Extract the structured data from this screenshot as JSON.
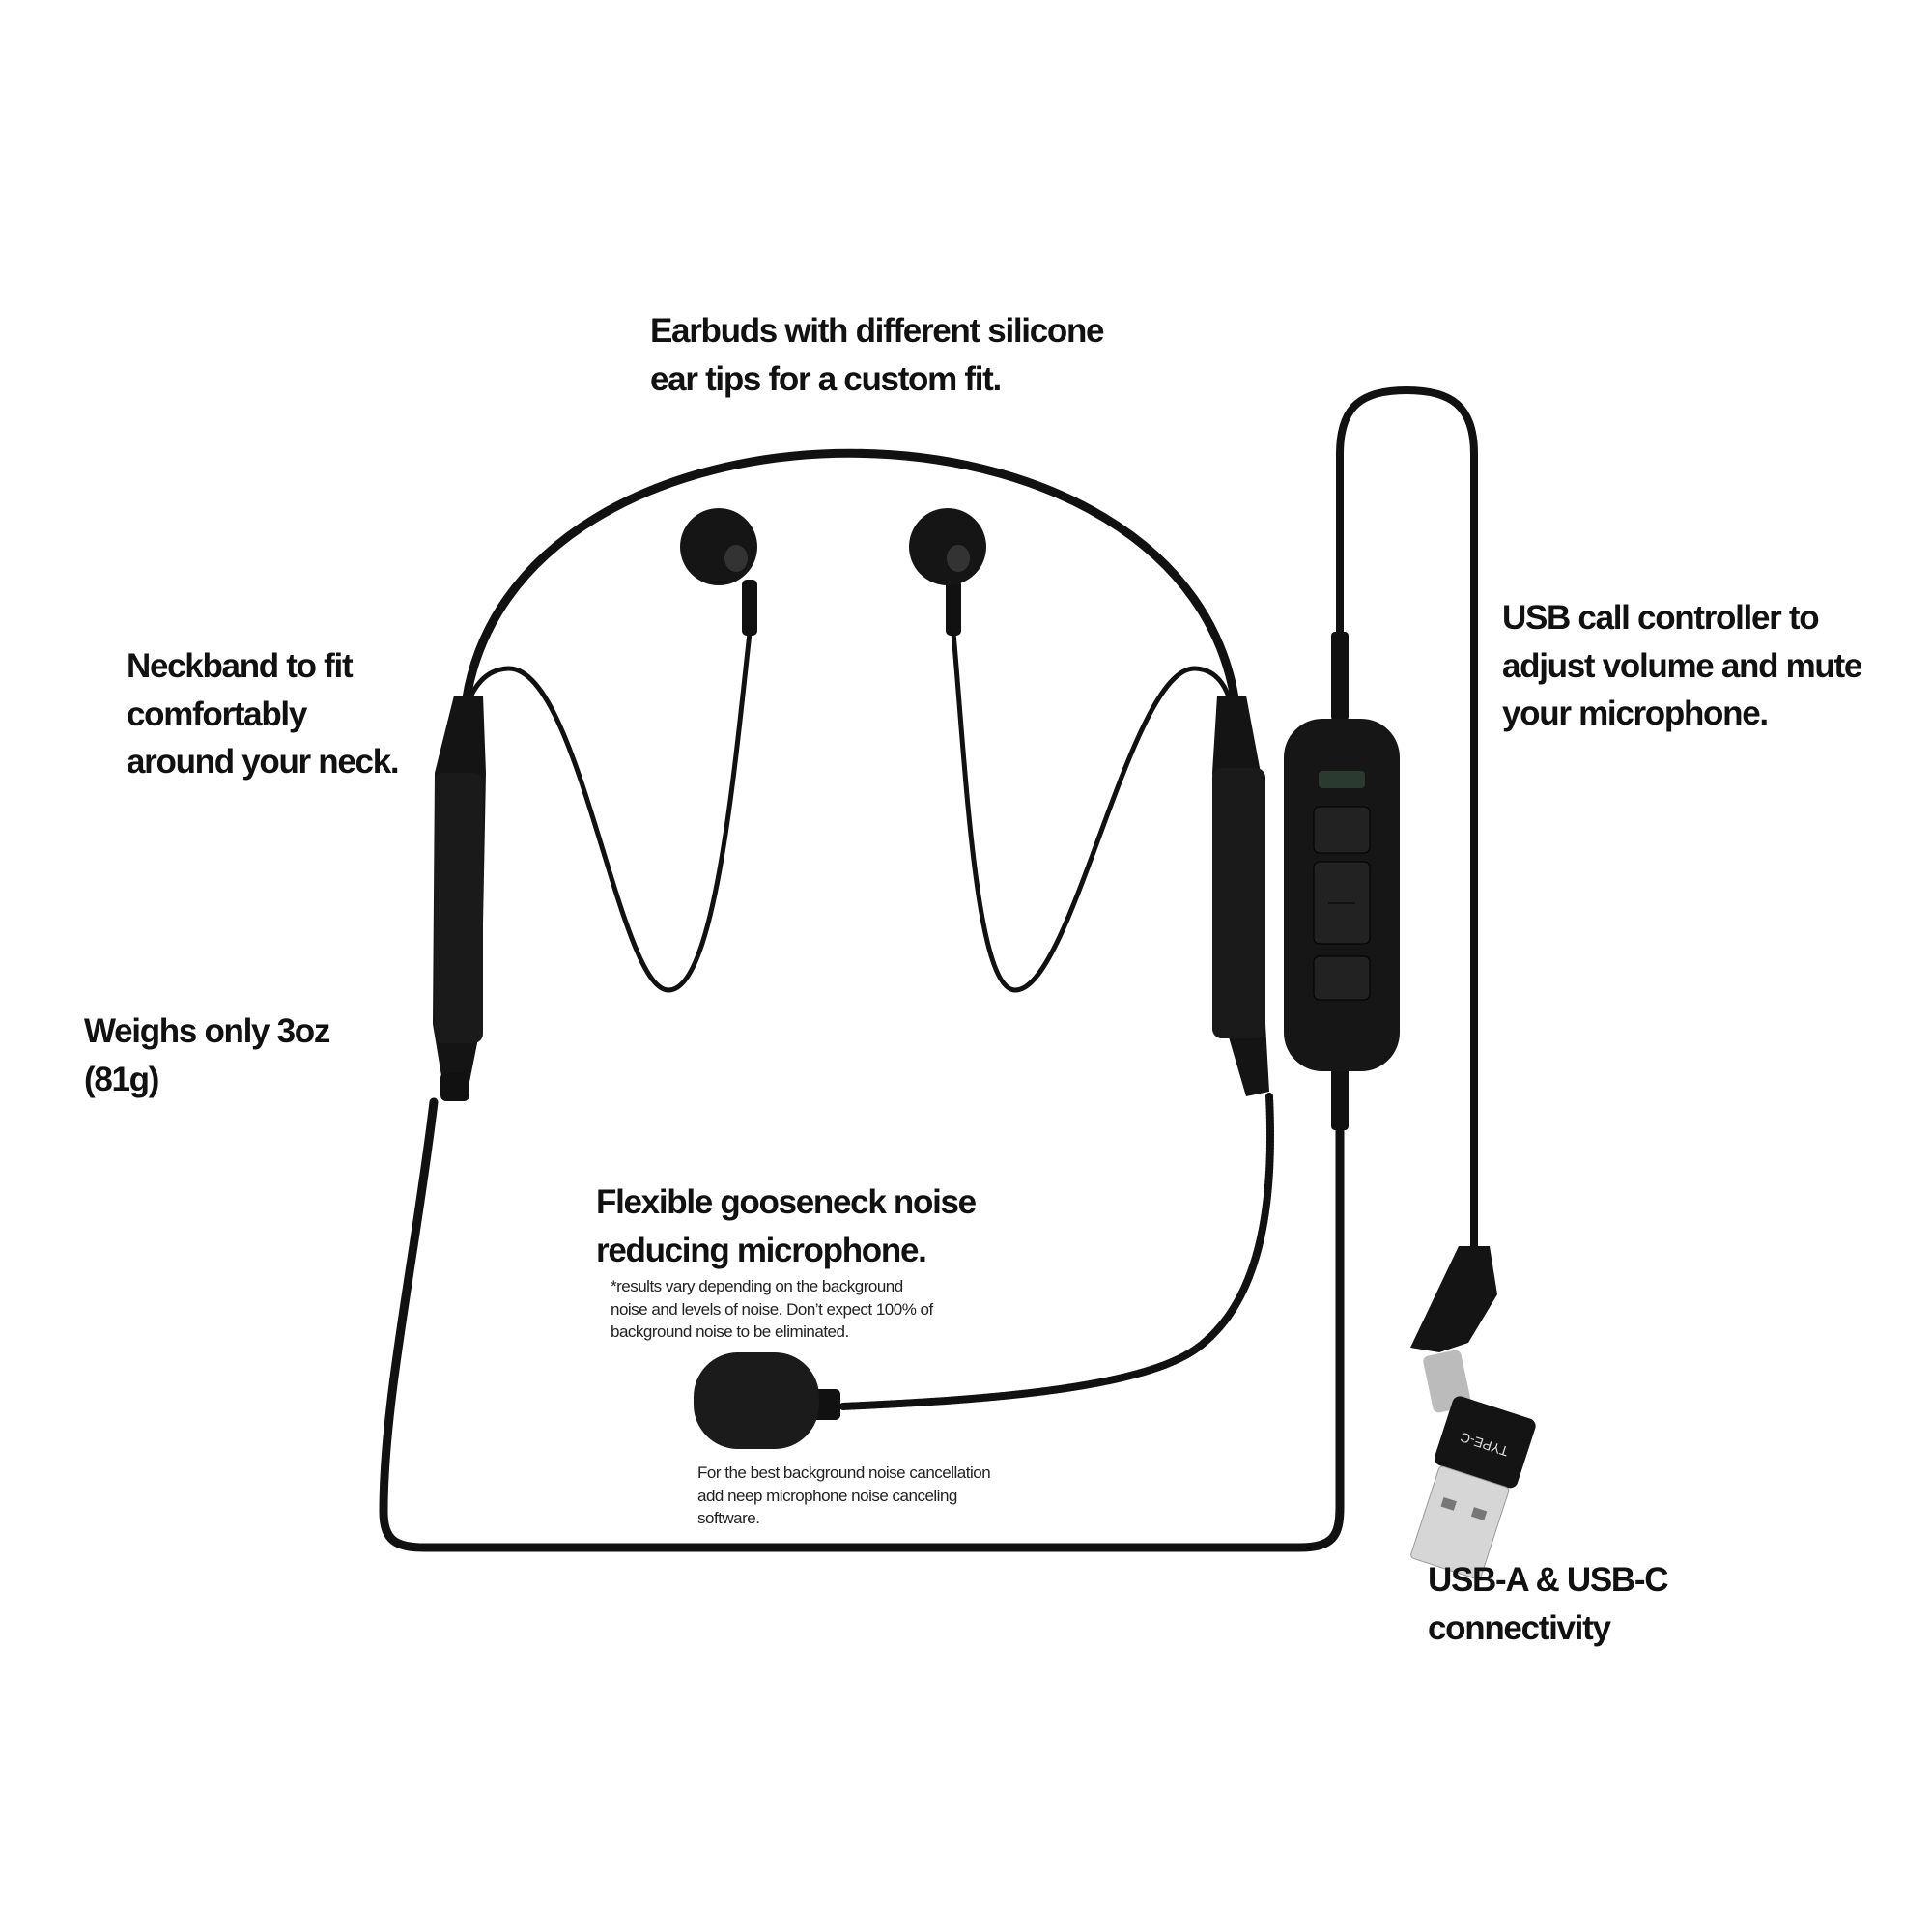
{
  "callouts": {
    "earbuds": [
      "Earbuds with different silicone",
      "ear tips for a custom fit."
    ],
    "neckband": [
      "Neckband to fit",
      "comfortably",
      "around your neck."
    ],
    "weight": [
      "Weighs only 3oz",
      "(81g)"
    ],
    "controller": [
      "USB call controller to",
      "adjust volume and mute",
      "your microphone."
    ],
    "microphone": [
      "Flexible gooseneck noise",
      "reducing microphone."
    ],
    "connectivity": [
      "USB-A & USB-C",
      "connectivity"
    ]
  },
  "notes": {
    "disclaimer": [
      "*results vary depending on the background",
      "noise and levels of noise. Don’t expect 100% of",
      "background noise to be eliminated."
    ],
    "software": [
      "For the best background noise cancellation",
      "add neep microphone noise canceling",
      "software."
    ]
  },
  "adapter_label": "TYPE-C",
  "controller_buttons": [
    "phone-icon",
    "plus-icon",
    "minus-icon",
    "mic-mute-icon"
  ],
  "colors": {
    "product": "#111111",
    "text": "#111111",
    "background": "#ffffff"
  }
}
